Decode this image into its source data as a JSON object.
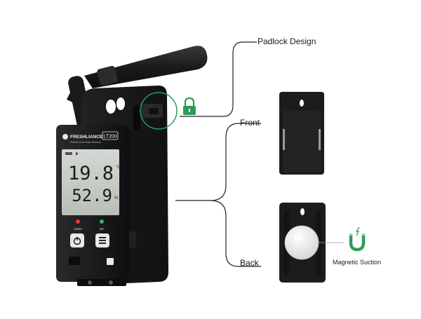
{
  "labels": {
    "padlock": "Padlock Design",
    "front": "Front",
    "back": "Back",
    "magnetic": "Magnetic Suction"
  },
  "device": {
    "brand": "FRESHLIANCE",
    "brand_subtitle": "Precise Cold Chain Records",
    "model": "LT200",
    "readout_temperature": "19.8",
    "readout_temperature_unit": "°C",
    "readout_humidity": "52.9",
    "readout_humidity_unit": "%",
    "alarm_label": "Alarm",
    "ok_label": "OK"
  },
  "colors": {
    "accent_green": "#2e9b57",
    "device_body": "#1c1c1e",
    "lcd_screen": "#c7ccc6",
    "callout_line": "#222222",
    "alarm_led": "#e03a3a",
    "ok_led": "#3aae58"
  },
  "icons": {
    "padlock": "padlock-icon",
    "magnet": "magnet-icon"
  }
}
